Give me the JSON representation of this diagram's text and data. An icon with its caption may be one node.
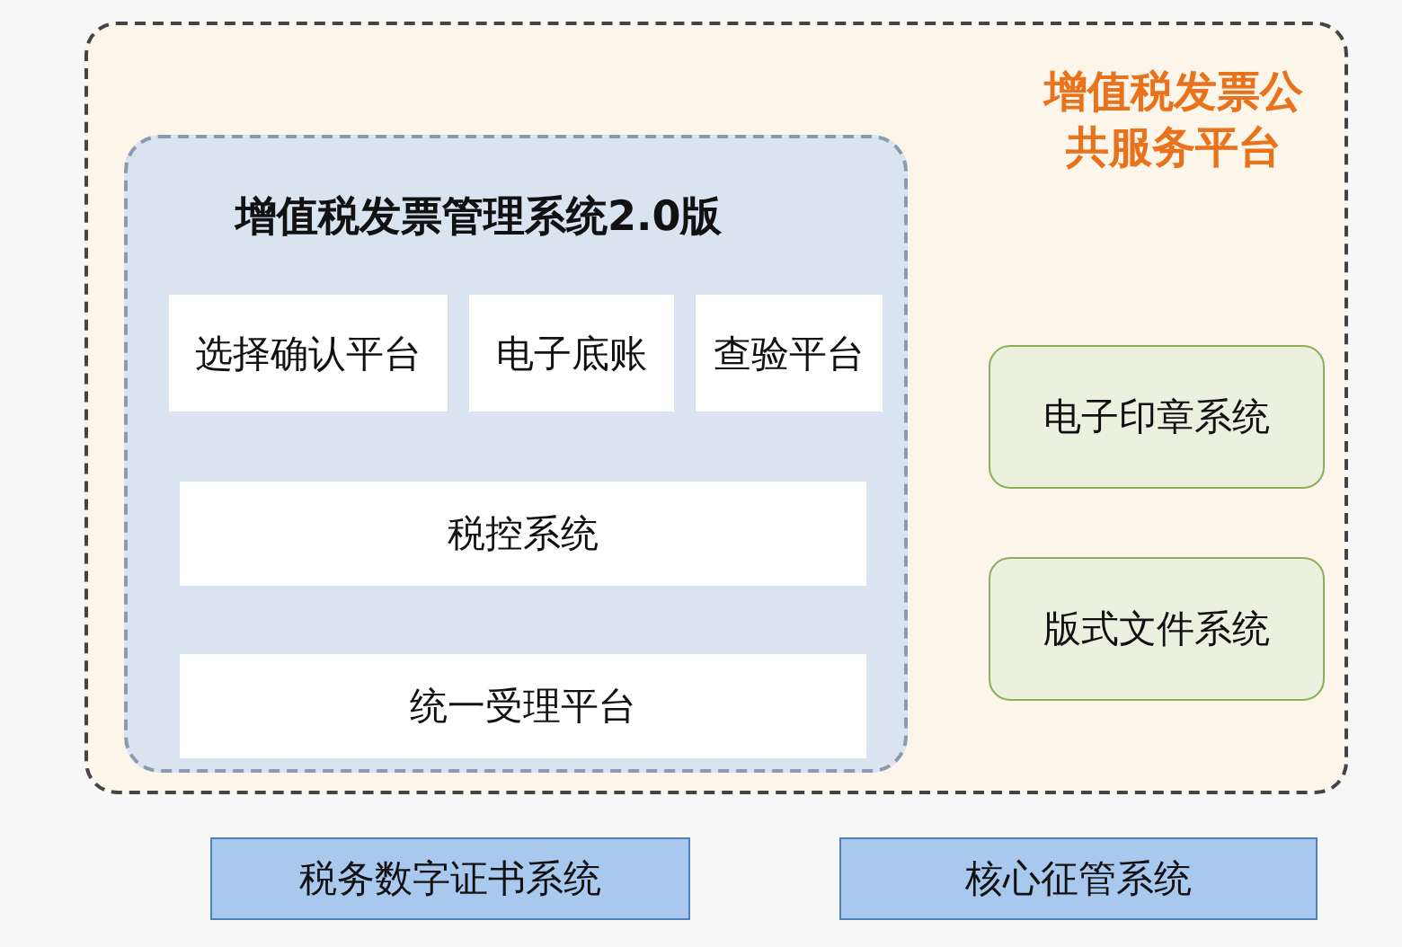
{
  "diagram": {
    "nodes": [
      {
        "text": [
          "增值税发票公共服务平台"
        ]
      },
      {
        "text": [
          "增值税发票管理系统2.0版"
        ],
        "in": 0
      },
      {
        "text": [
          "选择确认平台"
        ],
        "in": 1
      },
      {
        "text": [
          "电子底账"
        ],
        "in": 1
      },
      {
        "text": [
          "查验平台"
        ],
        "in": 1
      },
      {
        "text": [
          "税控系统"
        ],
        "in": 1
      },
      {
        "text": [
          "统一受理平台"
        ],
        "in": 1
      },
      {
        "text": [
          "电子印章系统"
        ],
        "in": 0
      },
      {
        "text": [
          "版式文件系统"
        ],
        "in": 0
      },
      {
        "text": [
          "税务数字证书系统"
        ]
      },
      {
        "text": [
          "核心征管系统"
        ]
      }
    ]
  }
}
